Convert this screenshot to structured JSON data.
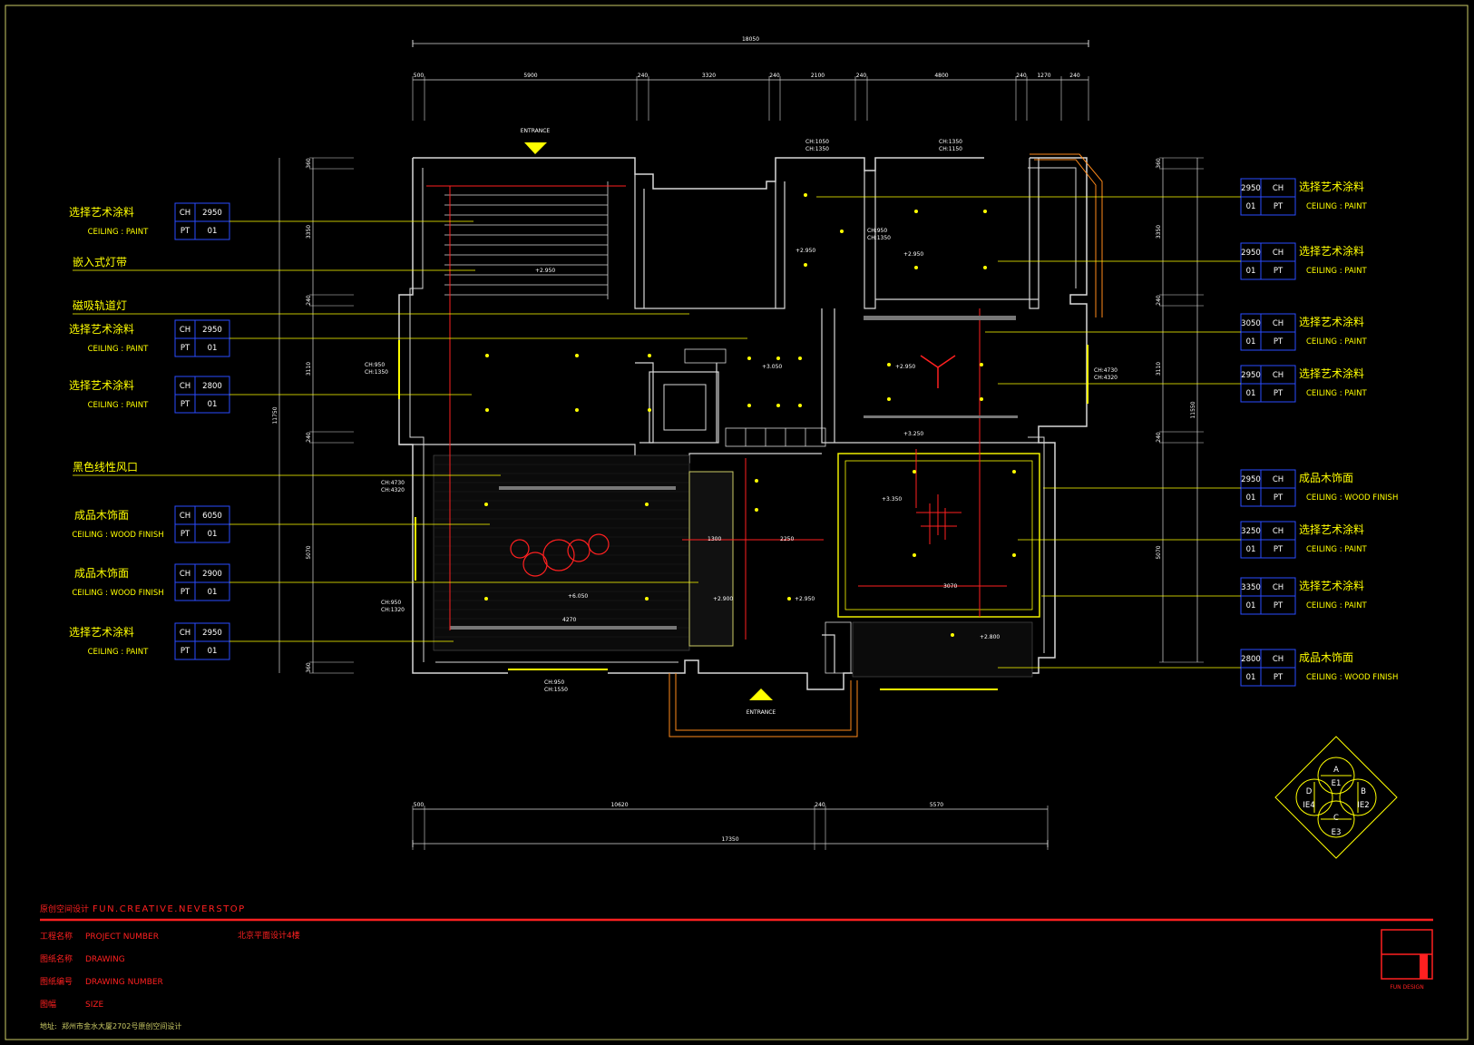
{
  "colors": {
    "background": "#000000",
    "wall": "#d8d8d8",
    "annotation": "#ffff00",
    "leader": "#ffff00",
    "tagBox": "#2a4bff",
    "redline": "#ff2020",
    "dimension": "#d8d8d8",
    "frame": "#cccc66"
  },
  "icons": {
    "entrance": "triangle-up",
    "entry": "triangle-down",
    "compass": "diamond-with-circles"
  },
  "left_callouts": [
    {
      "cn": "选择艺术涂料",
      "en": "CEILING : PAINT",
      "ch": "2950",
      "code": "PT",
      "num": "01"
    },
    {
      "cn": "嵌入式灯带",
      "en": "",
      "ch": "",
      "code": "",
      "num": ""
    },
    {
      "cn": "磁吸轨道灯",
      "en": "",
      "ch": "",
      "code": "",
      "num": ""
    },
    {
      "cn": "选择艺术涂料",
      "en": "CEILING : PAINT",
      "ch": "2950",
      "code": "PT",
      "num": "01"
    },
    {
      "cn": "选择艺术涂料",
      "en": "CEILING : PAINT",
      "ch": "2800",
      "code": "PT",
      "num": "01"
    },
    {
      "cn": "黑色线性风口",
      "en": "",
      "ch": "",
      "code": "",
      "num": ""
    },
    {
      "cn": "成品木饰面",
      "en": "CEILING : WOOD FINISH",
      "ch": "6050",
      "code": "PT",
      "num": "01"
    },
    {
      "cn": "成品木饰面",
      "en": "CEILING : WOOD FINISH",
      "ch": "2900",
      "code": "PT",
      "num": "01"
    },
    {
      "cn": "选择艺术涂料",
      "en": "CEILING : PAINT",
      "ch": "2950",
      "code": "PT",
      "num": "01"
    }
  ],
  "right_callouts": [
    {
      "cn": "选择艺术涂料",
      "en": "CEILING : PAINT",
      "ch": "2950",
      "code": "PT",
      "num": "01"
    },
    {
      "cn": "选择艺术涂料",
      "en": "CEILING : PAINT",
      "ch": "2950",
      "code": "PT",
      "num": "01"
    },
    {
      "cn": "选择艺术涂料",
      "en": "CEILING : PAINT",
      "ch": "3050",
      "code": "PT",
      "num": "01"
    },
    {
      "cn": "选择艺术涂料",
      "en": "CEILING : PAINT",
      "ch": "2950",
      "code": "PT",
      "num": "01"
    },
    {
      "cn": "成品木饰面",
      "en": "CEILING : WOOD FINISH",
      "ch": "2950",
      "code": "PT",
      "num": "01"
    },
    {
      "cn": "选择艺术涂料",
      "en": "CEILING : PAINT",
      "ch": "3250",
      "code": "PT",
      "num": "01"
    },
    {
      "cn": "选择艺术涂料",
      "en": "CEILING : PAINT",
      "ch": "3350",
      "code": "PT",
      "num": "01"
    },
    {
      "cn": "成品木饰面",
      "en": "CEILING : WOOD FINISH",
      "ch": "2800",
      "code": "PT",
      "num": "01"
    }
  ],
  "tag_ch": "CH",
  "dimensions": {
    "top_total": "18050",
    "top_segments": [
      "500",
      "5900",
      "240",
      "3320",
      "240",
      "2100",
      "240",
      "4800",
      "240",
      "1270",
      "240"
    ],
    "bottom_total": "17350",
    "bottom_segments": [
      "500",
      "10620",
      "240",
      "5570"
    ],
    "left_total": "11750",
    "left_segments": [
      "360",
      "3350",
      "240",
      "3110",
      "240",
      "5070",
      "360"
    ],
    "right_total": "11550",
    "right_segments": [
      "360",
      "3350",
      "240",
      "3110",
      "240",
      "5070"
    ]
  },
  "plan_labels": {
    "entrance_top": "ENTRANCE",
    "entrance_bottom": "ENTRANCE",
    "ch_notes": [
      "CH:1050",
      "CH:1350",
      "CH:1350",
      "CH:1150",
      "CH:950",
      "CH:1350",
      "CH:950",
      "CH:1350",
      "CH:4730",
      "CH:4320",
      "CH:4730",
      "CH:4320",
      "CH:950",
      "CH:1320",
      "CH:950",
      "CH:1550"
    ],
    "elevations": [
      "+2.950",
      "+2.950",
      "+2.950",
      "+3.050",
      "+2.950",
      "+3.250",
      "+3.350",
      "+2.900",
      "+2.950",
      "+6.050",
      "+2.800"
    ],
    "inner_dims": [
      "1300",
      "2250",
      "4270",
      "3070"
    ]
  },
  "compass": {
    "top": "A",
    "top_sub": "E1",
    "left": "D",
    "left_sub": "IE4",
    "right": "B",
    "right_sub": "IE2",
    "bottom": "C",
    "bottom_sub": "E3"
  },
  "title_block": {
    "company": "FUN.CREATIVE.NEVERSTOP",
    "company_cn": "原创空间设计",
    "drawing_title": "北京平面设计4楼",
    "rows": [
      {
        "label": "工程名称",
        "value": "PROJECT NUMBER"
      },
      {
        "label": "图纸名称",
        "value": "DRAWING"
      },
      {
        "label": "图纸编号",
        "value": "DRAWING NUMBER"
      },
      {
        "label": "图幅",
        "value": "SIZE"
      }
    ],
    "address_label": "地址:",
    "address": "郑州市金水大厦2702号原创空间设计",
    "logo_caption": "FUN DESIGN"
  }
}
